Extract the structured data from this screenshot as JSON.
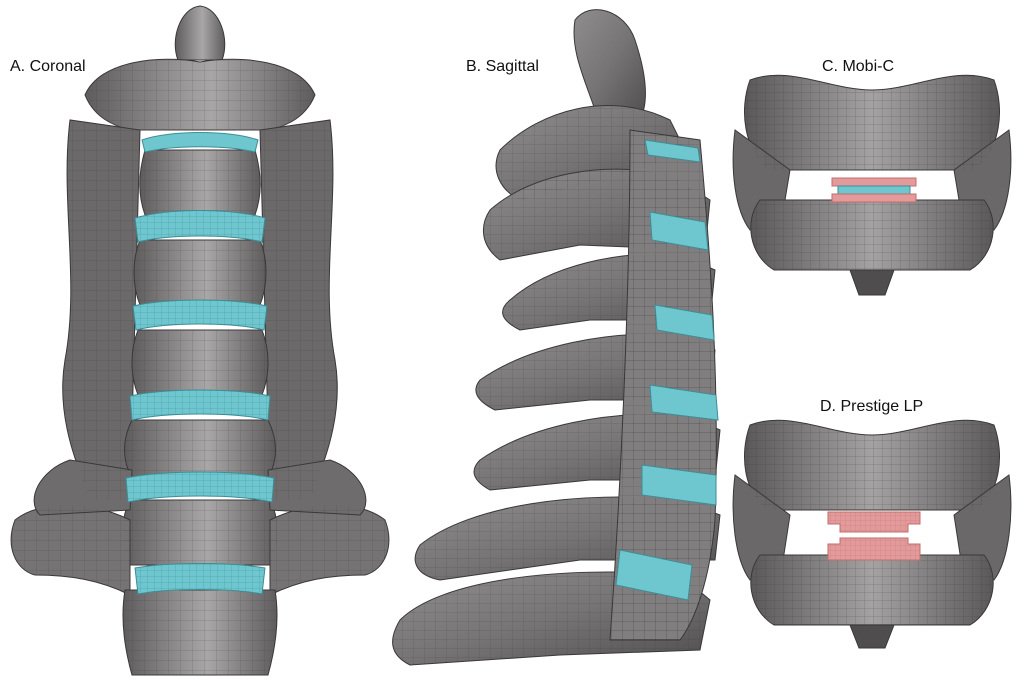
{
  "panels": [
    {
      "id": "a",
      "label": "A. Coronal"
    },
    {
      "id": "b",
      "label": "B. Sagittal"
    },
    {
      "id": "c",
      "label": "C. Mobi-C"
    },
    {
      "id": "d",
      "label": "D. Prestige LP"
    }
  ],
  "colors": {
    "bone": "#7d7b7b",
    "bone_dark": "#4f4d4e",
    "bone_light": "#a9a7a7",
    "mesh_line": "#3a3839",
    "disc": "#6ec6cf",
    "disc_dark": "#4aa4ae",
    "implant": "#e29a9a",
    "implant_dark": "#c06d6d",
    "background": "#ffffff"
  }
}
